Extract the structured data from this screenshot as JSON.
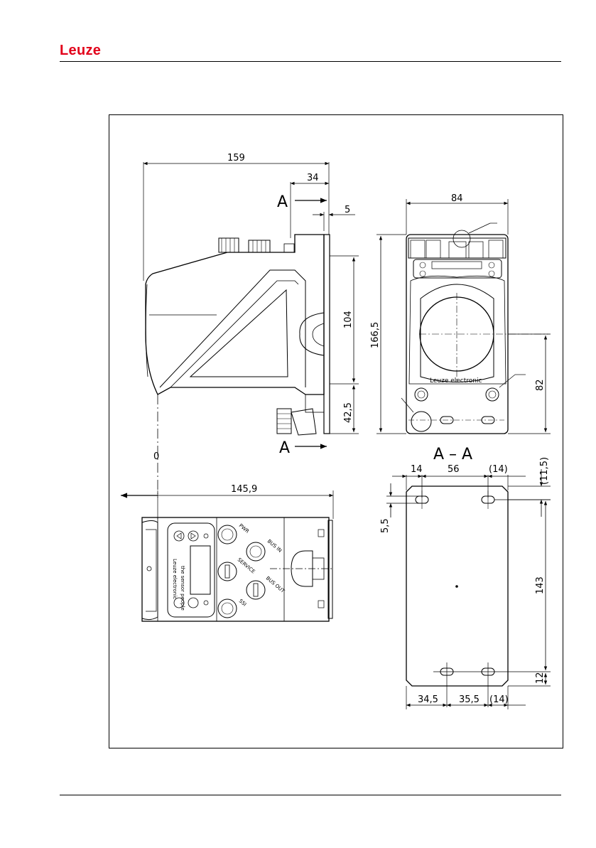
{
  "header": {
    "brand": "Leuze"
  },
  "section": {
    "mark": "A",
    "title": "A – A"
  },
  "origin": {
    "label": "0"
  },
  "side_view": {
    "dims": {
      "length": "159",
      "rear": "34",
      "plate": "5",
      "height_upper": "104",
      "height_lower": "42,5"
    }
  },
  "front_view": {
    "dims": {
      "width": "84",
      "height": "166,5",
      "center": "82"
    },
    "brand_text": "Leuze electronic"
  },
  "top_view": {
    "dims": {
      "length": "145,9"
    },
    "labels": {
      "pwr": "PWR",
      "bus_in": "BUS IN",
      "service": "SERVICE",
      "bus_out": "BUS OUT",
      "ssi": "SSI"
    },
    "brand_text": "Leuze electronic",
    "sub_text": "the sensor people"
  },
  "plate_view": {
    "dims": {
      "left": "14",
      "middle": "56",
      "right": "(14)",
      "top_offset": "(11,5)",
      "slot_width": "5,5",
      "vertical": "143",
      "bottom": "12",
      "bottom_left": "34,5",
      "bottom_mid": "35,5",
      "bottom_right": "(14)"
    }
  }
}
